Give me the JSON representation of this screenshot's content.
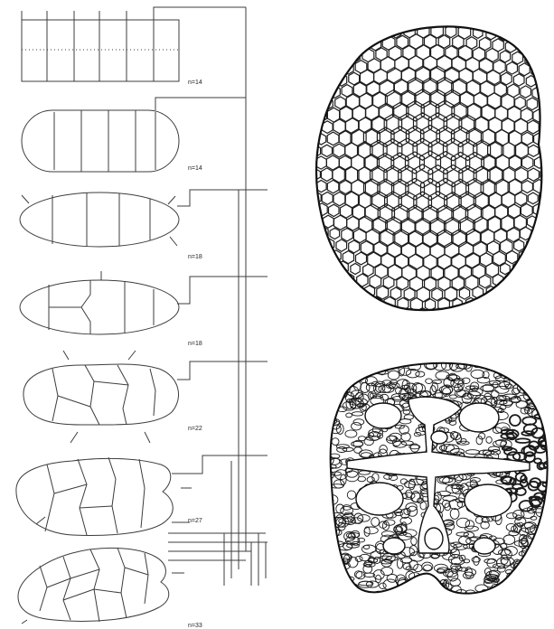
{
  "figure": {
    "stage_labels": [
      "n=14",
      "n=14",
      "n=18",
      "n=18",
      "n=22",
      "n=27",
      "n=33"
    ],
    "colors": {
      "ink": "#3c3c3c",
      "paper": "#ffffff",
      "dark_ink": "#111111"
    }
  }
}
